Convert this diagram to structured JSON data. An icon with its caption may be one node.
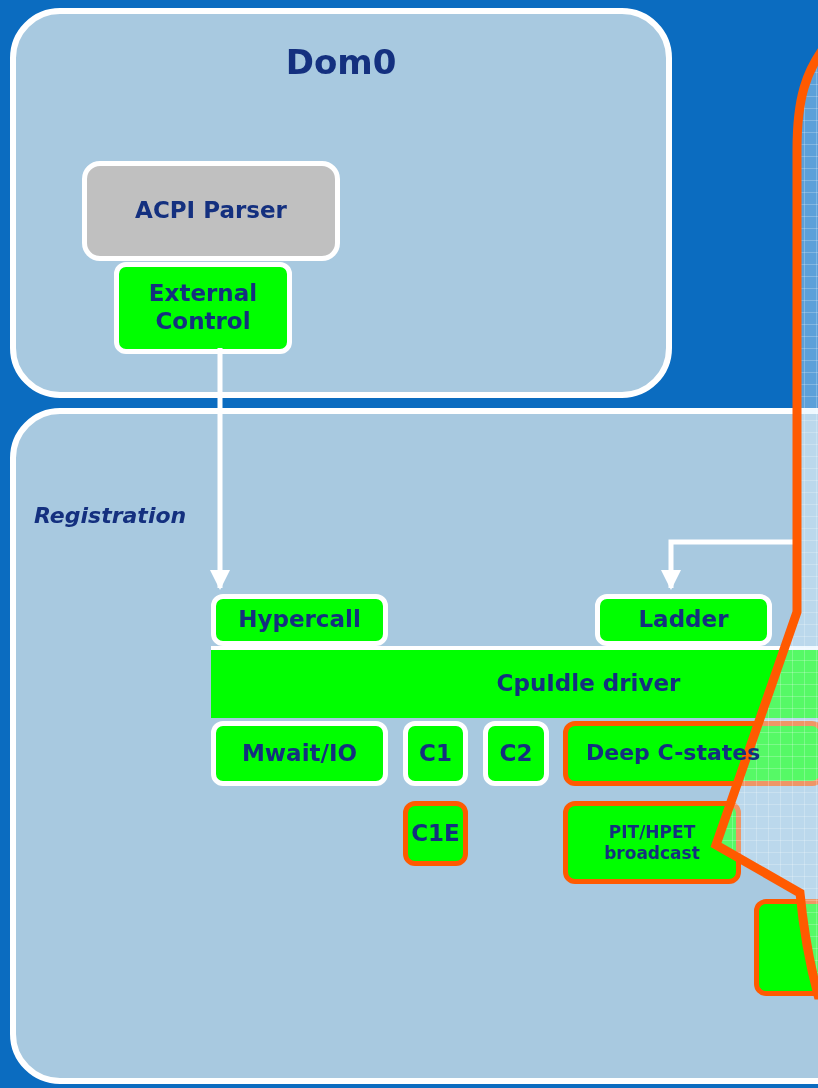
{
  "diagram": {
    "nodes": [
      {
        "text": [
          "Dom0"
        ]
      },
      {
        "text": [
          "ACPI Parser"
        ],
        "in": 0
      },
      {
        "text": [
          "External Control"
        ],
        "in": 0
      },
      {
        "text": [],
        "shape": "box"
      },
      {
        "text": [
          "Hypercall"
        ],
        "in": 3
      },
      {
        "text": [
          "Ladder"
        ],
        "in": 3
      },
      {
        "text": [
          "CpuIdle driver"
        ],
        "in": 3
      },
      {
        "text": [
          "Mwait/IO"
        ],
        "in": 3
      },
      {
        "text": [
          "C1"
        ],
        "in": 3
      },
      {
        "text": [
          "C2"
        ],
        "in": 3
      },
      {
        "text": [
          "Deep C-states"
        ],
        "in": 3
      },
      {
        "text": [
          "C1E"
        ],
        "in": 3
      },
      {
        "text": [
          "PIT/HPET broadcast"
        ],
        "in": 3
      },
      {
        "text": [],
        "shape": "box",
        "in": 3
      }
    ],
    "edges": [
      {
        "from": 2,
        "to": 4,
        "arrow": "to"
      },
      {
        "from": null,
        "to": 5,
        "arrow": "to"
      }
    ],
    "labels": [
      "Registration"
    ]
  }
}
